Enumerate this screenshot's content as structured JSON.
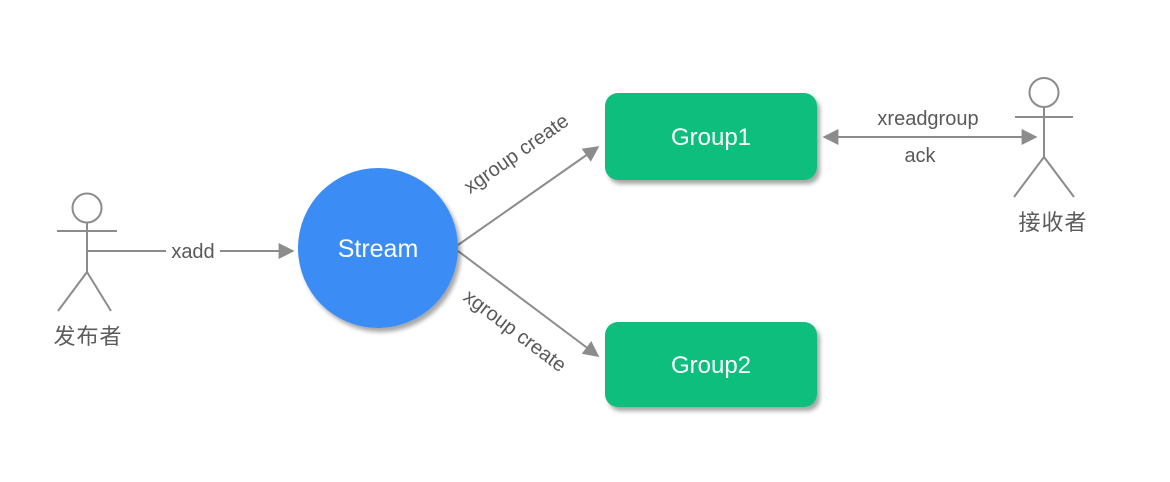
{
  "diagram": {
    "title": "redis-stream-consumer-groups"
  },
  "colors": {
    "background": "#FFFFFF",
    "stream_fill": "#3A8CF4",
    "group_fill": "#0CBE7D",
    "line_gray": "#8C8C8C",
    "label_gray": "#595959",
    "node_text": "#FFFFFF"
  },
  "actors": {
    "publisher": {
      "label": "发布者"
    },
    "receiver": {
      "label": "接收者"
    }
  },
  "nodes": {
    "stream": {
      "label": "Stream"
    },
    "group1": {
      "label": "Group1"
    },
    "group2": {
      "label": "Group2"
    }
  },
  "edges": {
    "xadd": {
      "label": "xadd"
    },
    "xgroup_create_top": {
      "label": "xgroup create"
    },
    "xgroup_create_bottom": {
      "label": "xgroup create"
    },
    "xreadgroup": {
      "label": "xreadgroup"
    },
    "ack": {
      "label": "ack"
    }
  }
}
